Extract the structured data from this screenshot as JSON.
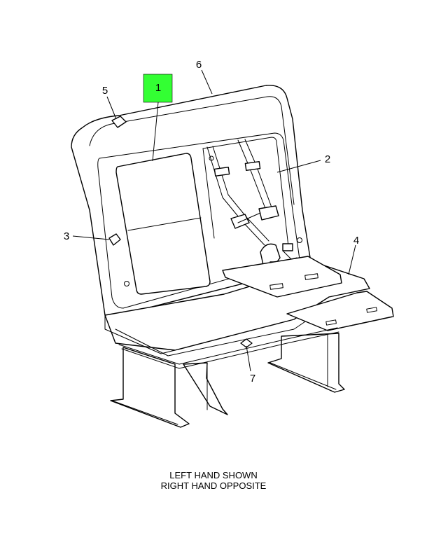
{
  "callouts": [
    {
      "id": "1",
      "label": "1",
      "highlight": true,
      "highlight_color": "#33ff33"
    },
    {
      "id": "2",
      "label": "2",
      "highlight": false
    },
    {
      "id": "3",
      "label": "3",
      "highlight": false
    },
    {
      "id": "4",
      "label": "4",
      "highlight": false
    },
    {
      "id": "5",
      "label": "5",
      "highlight": false
    },
    {
      "id": "6",
      "label": "6",
      "highlight": false
    },
    {
      "id": "7",
      "label": "7",
      "highlight": false
    }
  ],
  "caption": {
    "line1": "LEFT HAND SHOWN",
    "line2": "RIGHT HAND OPPOSITE"
  }
}
